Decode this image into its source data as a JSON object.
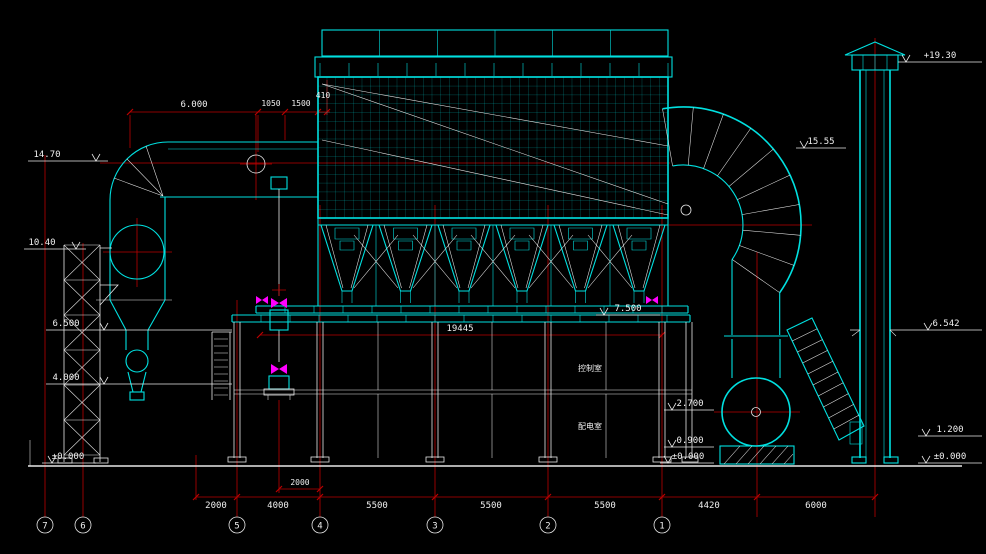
{
  "colors": {
    "background": "#000000",
    "primary_line": "#00e0e0",
    "secondary_line": "#e8e8e8",
    "dimension_line": "#bb0000",
    "accent_line": "#ff00ff",
    "text": "#f0f0f0"
  },
  "elevations": [
    "+19.30",
    "15.55",
    "14.70",
    "10.40",
    "6.500",
    "4.000",
    "±0.000",
    "7.500",
    "6.542",
    "2.700",
    "0.900",
    "±0.000",
    "1.200",
    "±0.000"
  ],
  "dims": {
    "top": [
      "6.000",
      "1050",
      "1500",
      "410"
    ],
    "overall_length": "19445",
    "pipe_offset": "2000",
    "bottom": [
      "2000",
      "4000",
      "5500",
      "5500",
      "5500",
      "4420",
      "6000"
    ]
  },
  "axes": [
    "7",
    "6",
    "5",
    "4",
    "3",
    "2",
    "1"
  ],
  "rooms": [
    "控制室",
    "配电室"
  ]
}
